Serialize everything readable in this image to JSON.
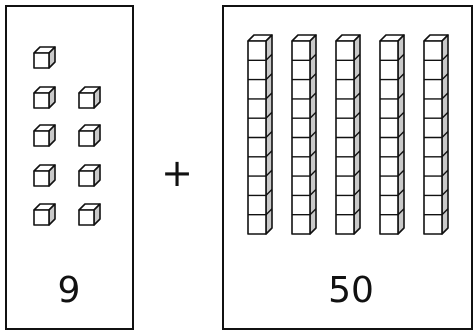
{
  "colors": {
    "stroke": "#111111",
    "cube_front": "#ffffff",
    "cube_top": "#ffffff",
    "cube_side": "#c9c9c9"
  },
  "left_card": {
    "value": "9",
    "ones_count": 9
  },
  "operator": "+",
  "right_card": {
    "value": "50",
    "rods_count": 5,
    "cubes_per_rod": 10
  }
}
